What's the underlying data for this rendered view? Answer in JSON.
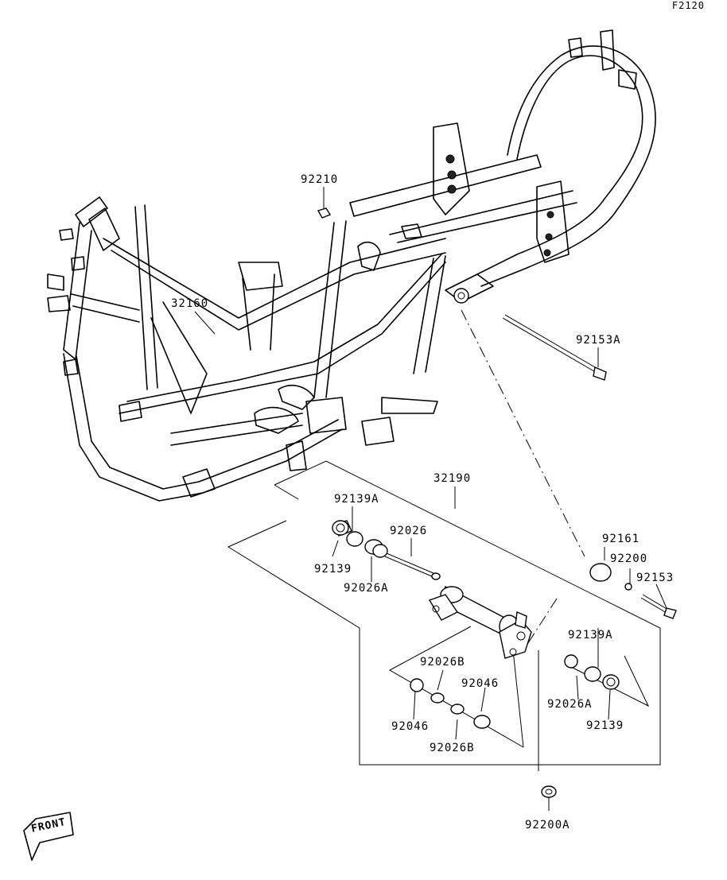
{
  "diagram_code": "F2120",
  "front_badge": "FRONT",
  "labels": {
    "p92210": "92210",
    "p32160": "32160",
    "p92153A": "92153A",
    "p32190": "32190",
    "p92139A_top": "92139A",
    "p92139_left": "92139",
    "p92026": "92026",
    "p92026A_left": "92026A",
    "p92161": "92161",
    "p92200": "92200",
    "p92153": "92153",
    "p92139A_right": "92139A",
    "p92026B_top": "92026B",
    "p92046_mid": "92046",
    "p92026A_right": "92026A",
    "p92139_right": "92139",
    "p92046_left": "92046",
    "p92026B_bottom": "92026B",
    "p92200A": "92200A"
  }
}
